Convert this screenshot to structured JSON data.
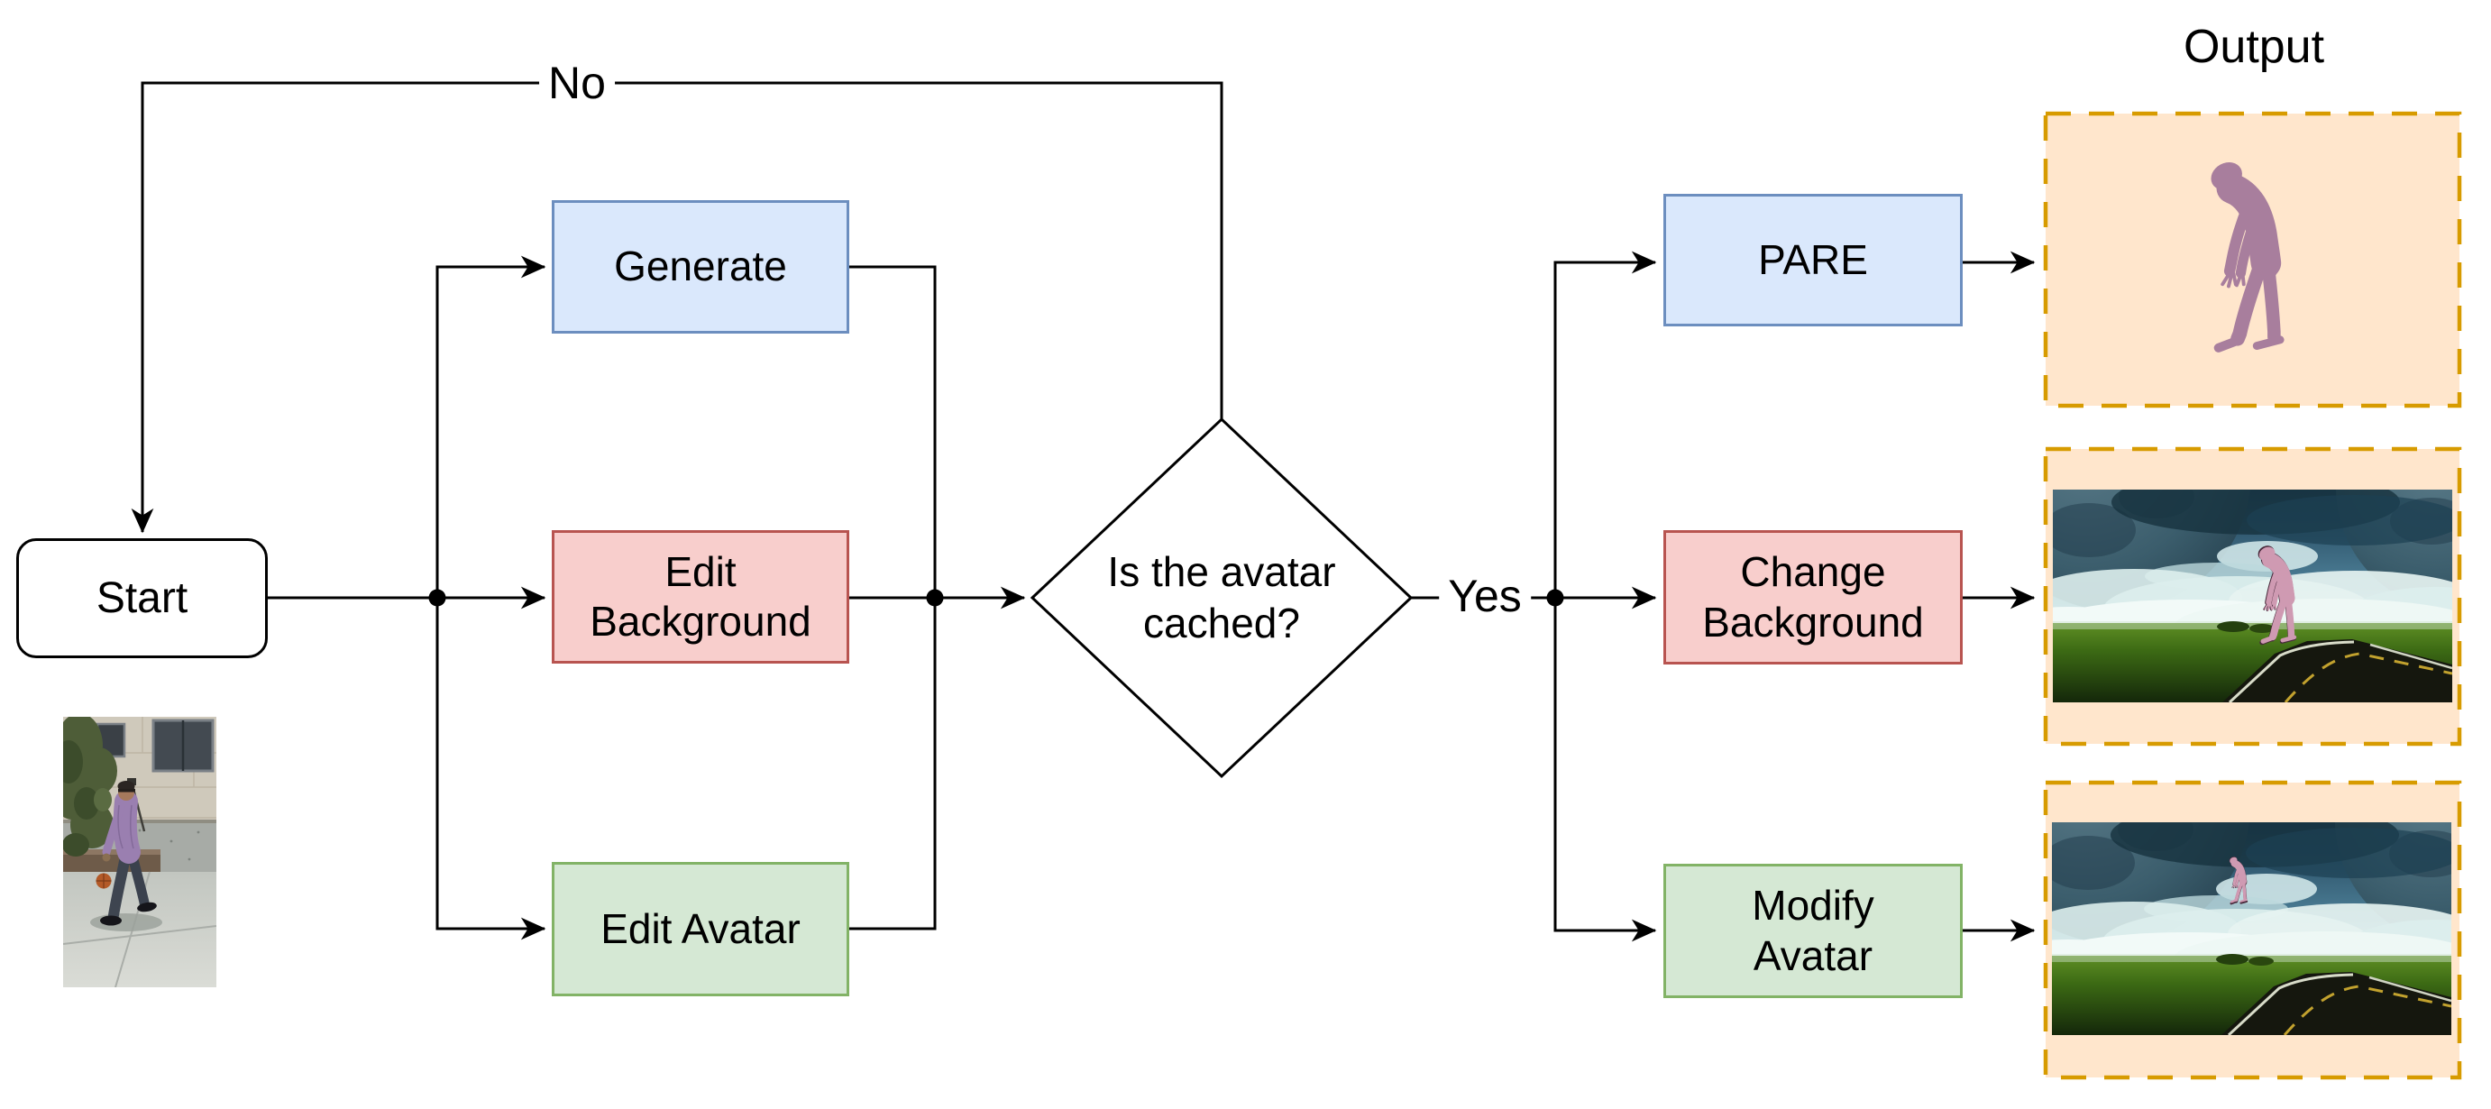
{
  "diagram": {
    "start_label": "Start",
    "edge_labels": {
      "no": "No",
      "yes": "Yes"
    },
    "decision_label": "Is the avatar\ncached?",
    "actions": {
      "generate": "Generate",
      "edit_background": "Edit\nBackground",
      "edit_avatar": "Edit Avatar",
      "pare": "PARE",
      "change_background": "Change\nBackground",
      "modify_avatar": "Modify\nAvatar"
    },
    "output_title": "Output",
    "colors": {
      "process_blue_fill": "#dae8fc",
      "process_blue_border": "#6c8ebf",
      "process_red_fill": "#f8cecc",
      "process_red_border": "#b85450",
      "process_green_fill": "#d5e8d4",
      "process_green_border": "#82b366",
      "output_panel_fill": "#ffe6cc",
      "output_panel_border": "#d79b00",
      "connector": "#000000",
      "avatar_mesh": "#a87e9d",
      "scene_avatar": "#cf9ab2"
    },
    "illustrations": {
      "input_video_frame": "man-dribbling-basketball-photo",
      "pare_output": "3d-avatar-mesh-pose",
      "change_background_output": "avatar-in-scifi-landscape",
      "modify_avatar_output": "small-avatar-in-scifi-landscape"
    }
  }
}
